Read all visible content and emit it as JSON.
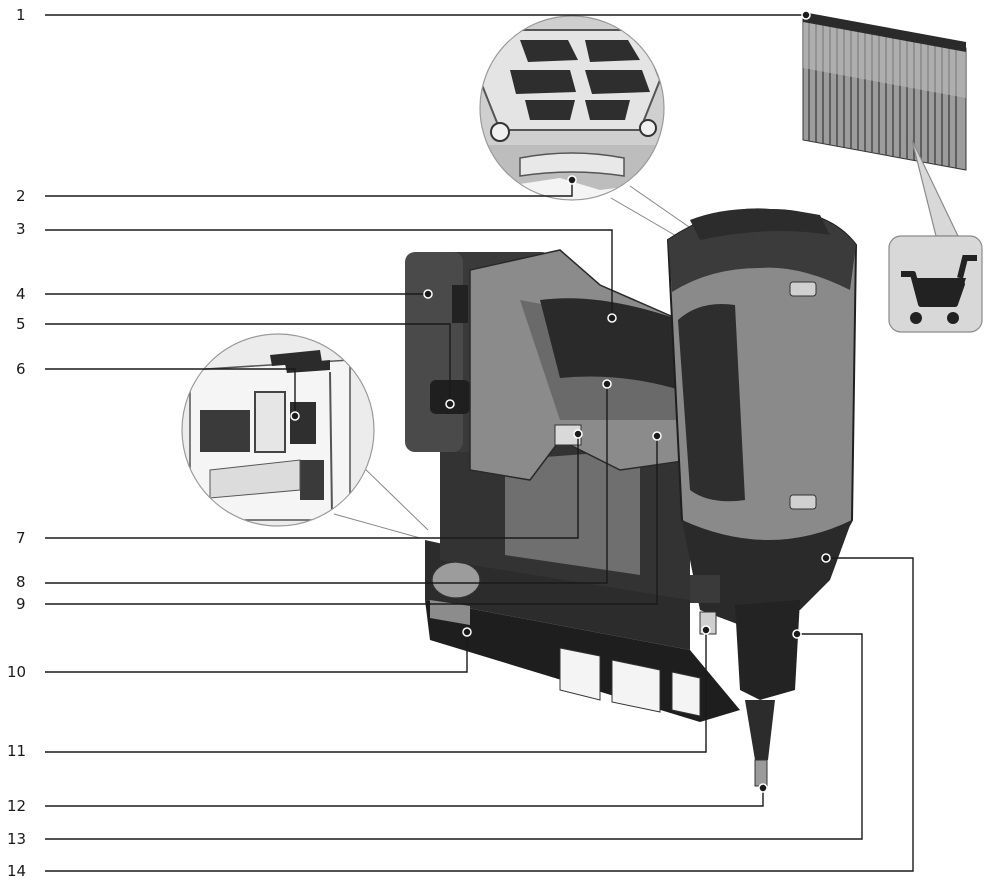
{
  "diagram": {
    "callouts": [
      {
        "number": "1"
      },
      {
        "number": "2"
      },
      {
        "number": "3"
      },
      {
        "number": "4"
      },
      {
        "number": "5"
      },
      {
        "number": "6"
      },
      {
        "number": "7"
      },
      {
        "number": "8"
      },
      {
        "number": "9"
      },
      {
        "number": "10"
      },
      {
        "number": "11"
      },
      {
        "number": "12"
      },
      {
        "number": "13"
      },
      {
        "number": "14"
      }
    ],
    "icons": [
      "nail-strip-icon",
      "shopping-cart-icon",
      "nail-gun-illustration",
      "air-vent-detail-icon",
      "battery-latch-detail-icon"
    ]
  }
}
